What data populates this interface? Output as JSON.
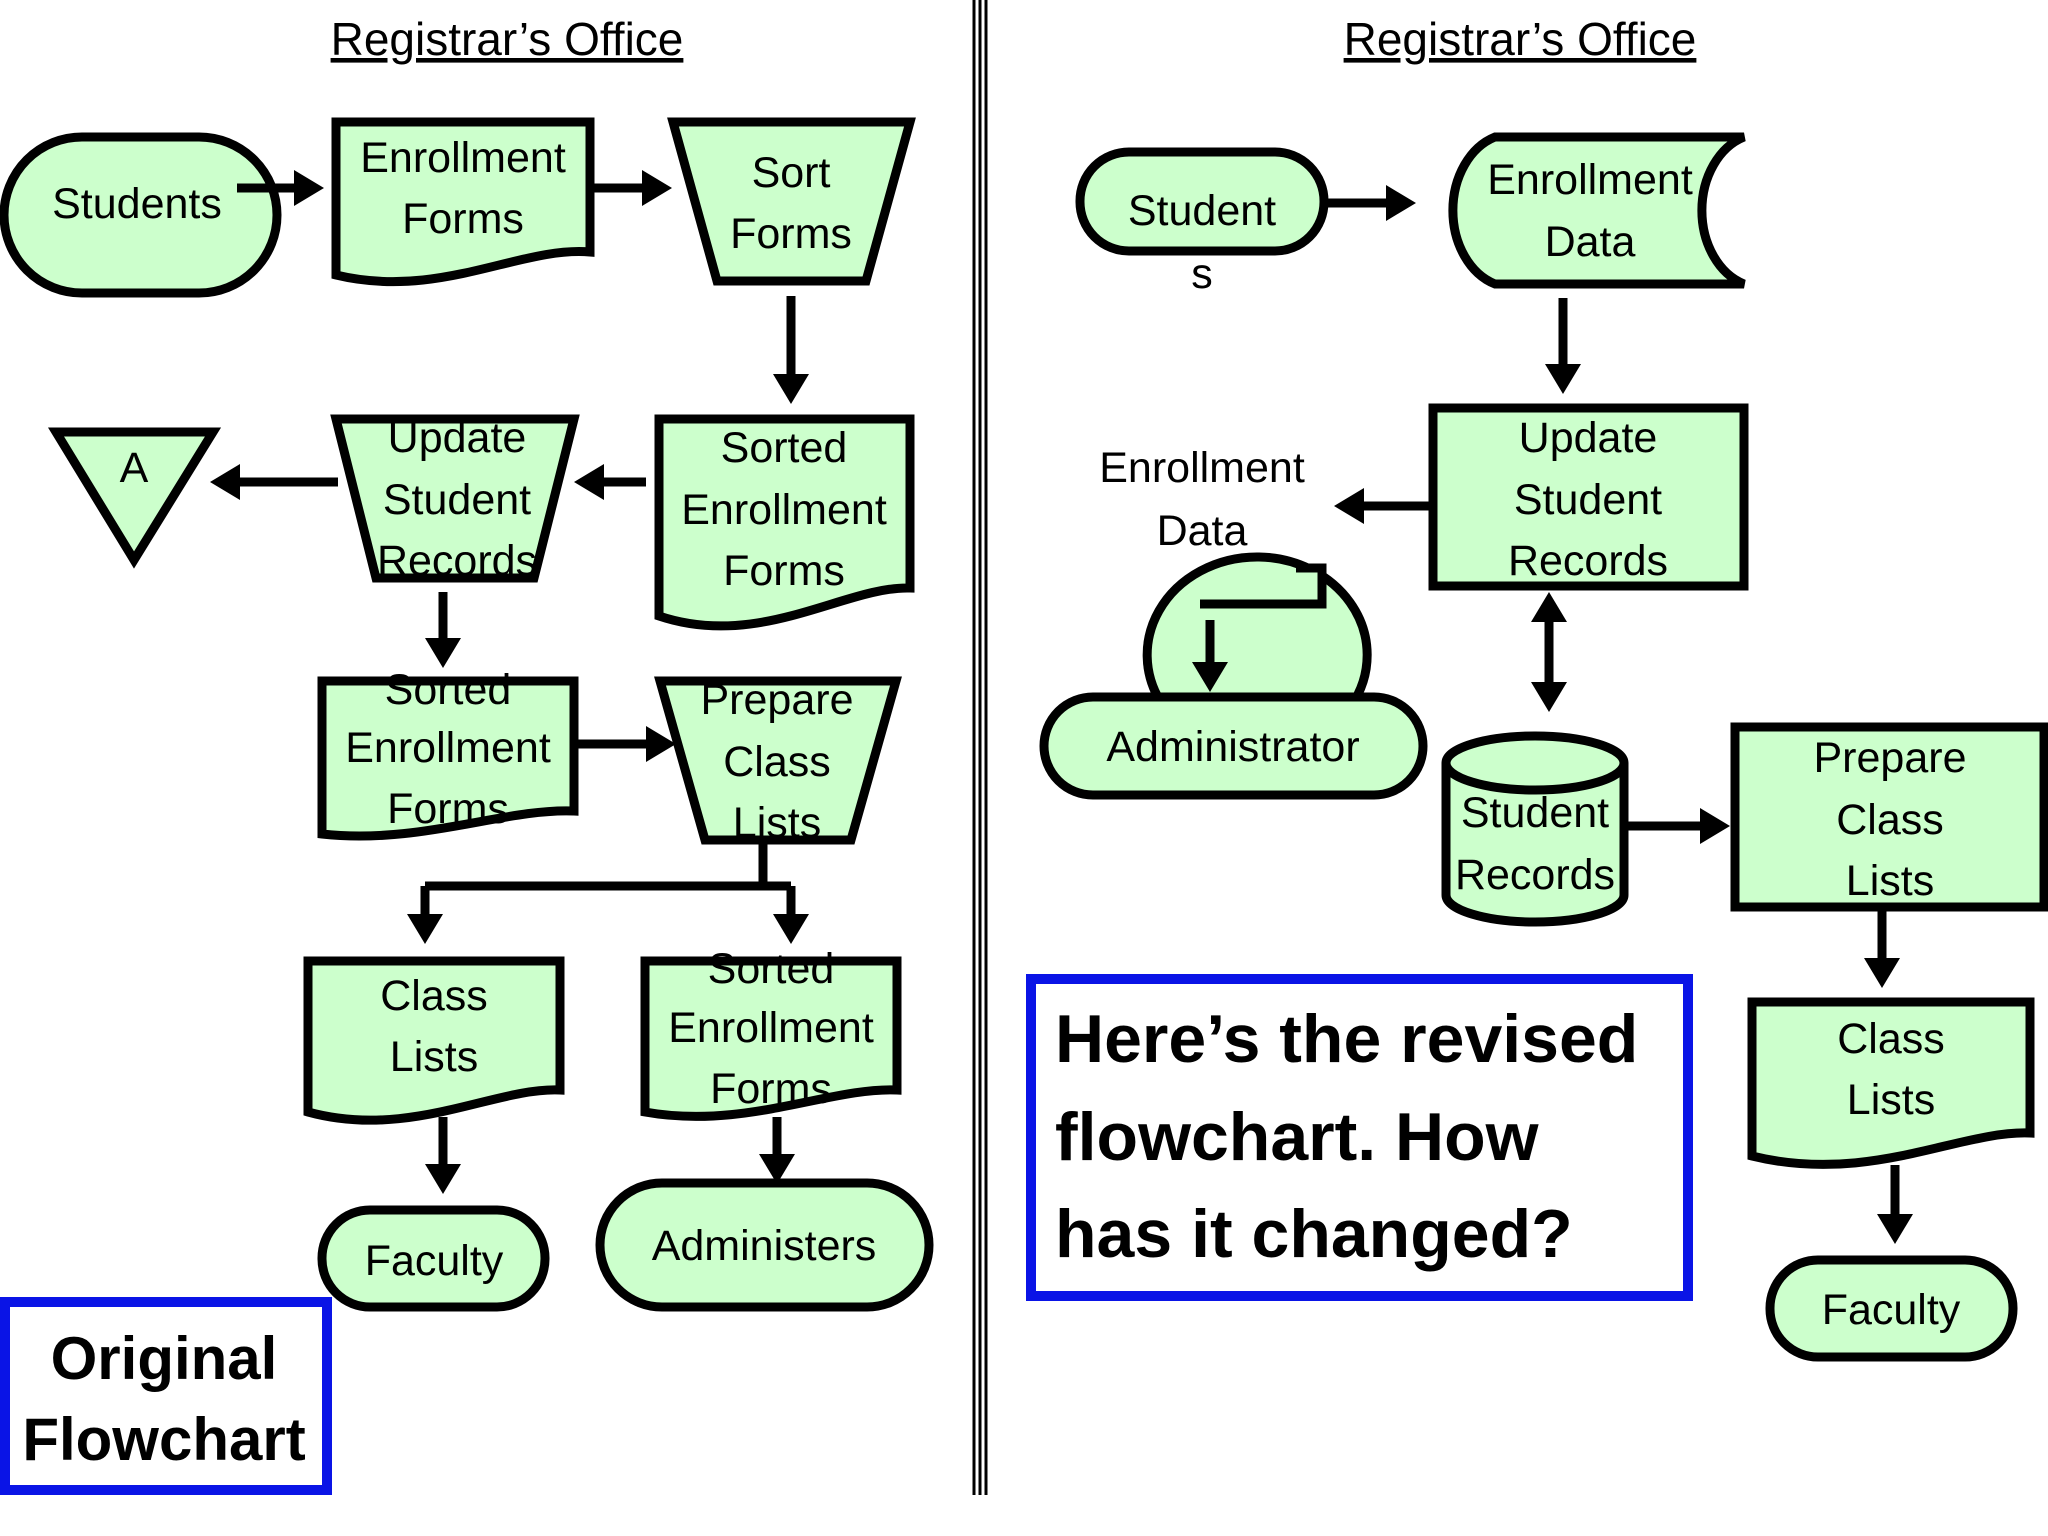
{
  "left_panel": {
    "header": "Registrar’s Office",
    "nodes": {
      "students": "Students",
      "enrollment_forms": [
        "Enrollment",
        "Forms"
      ],
      "sort_forms": [
        "Sort",
        "Forms"
      ],
      "sorted_enrollment_forms_1": [
        "Sorted",
        "Enrollment",
        "Forms"
      ],
      "update_student_records": [
        "Update",
        "Student",
        "Records"
      ],
      "connector_a": "A",
      "sorted_enrollment_forms_2": [
        "Sorted",
        "Enrollment",
        "Forms"
      ],
      "prepare_class_lists": [
        "Prepare",
        "Class",
        "Lists"
      ],
      "class_lists": [
        "Class",
        "Lists"
      ],
      "sorted_enrollment_forms_3": [
        "Sorted",
        "Enrollment",
        "Forms"
      ],
      "faculty": "Faculty",
      "administers": "Administers"
    },
    "callout": [
      "Original",
      "Flowchart"
    ]
  },
  "right_panel": {
    "header": "Registrar’s Office",
    "nodes": {
      "students": [
        "Student",
        "s"
      ],
      "enrollment_data_storage": [
        "Enrollment",
        "Data"
      ],
      "update_student_records": [
        "Update",
        "Student",
        "Records"
      ],
      "enrollment_data_display": [
        "Enrollment",
        "Data"
      ],
      "administrator": "Administrator",
      "student_records_db": [
        "Student",
        "Records"
      ],
      "prepare_class_lists": [
        "Prepare",
        "Class",
        "Lists"
      ],
      "class_lists": [
        "Class",
        "Lists"
      ],
      "faculty": "Faculty"
    },
    "callout": [
      "Here’s the revised",
      "flowchart.  How",
      "has it changed?"
    ]
  },
  "colors": {
    "shape_fill": "#ccffcc",
    "outline": "#000000",
    "callout_border": "#0a14e6"
  }
}
